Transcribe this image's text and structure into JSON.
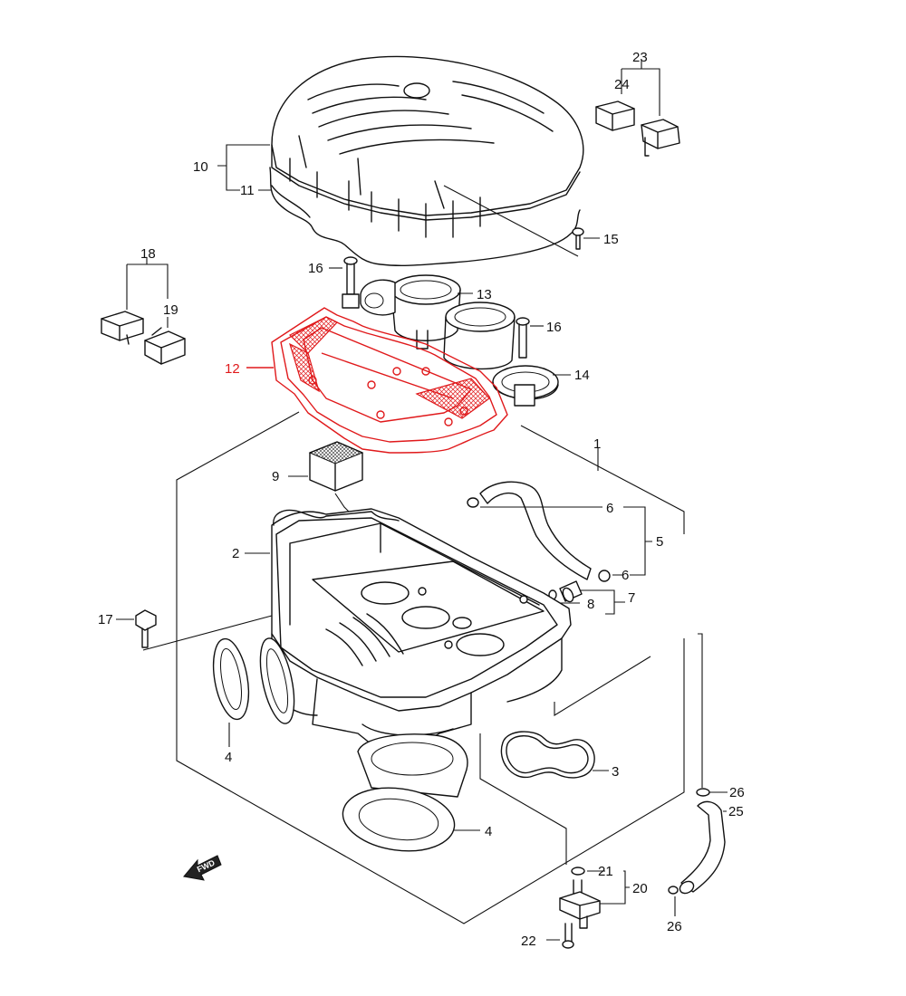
{
  "highlight_color": "#e0191b",
  "line_color": "#111111",
  "fwd_label": "FWD",
  "callouts": [
    {
      "id": "c23",
      "text": "23"
    },
    {
      "id": "c24",
      "text": "24"
    },
    {
      "id": "c10",
      "text": "10"
    },
    {
      "id": "c11",
      "text": "11"
    },
    {
      "id": "c15",
      "text": "15"
    },
    {
      "id": "c18",
      "text": "18"
    },
    {
      "id": "c19",
      "text": "19"
    },
    {
      "id": "c16a",
      "text": "16"
    },
    {
      "id": "c13",
      "text": "13"
    },
    {
      "id": "c16b",
      "text": "16"
    },
    {
      "id": "c12",
      "text": "12",
      "highlighted": true
    },
    {
      "id": "c14",
      "text": "14"
    },
    {
      "id": "c1",
      "text": "1"
    },
    {
      "id": "c9",
      "text": "9"
    },
    {
      "id": "c6a",
      "text": "6"
    },
    {
      "id": "c5",
      "text": "5"
    },
    {
      "id": "c2",
      "text": "2"
    },
    {
      "id": "c6b",
      "text": "6"
    },
    {
      "id": "c7",
      "text": "7"
    },
    {
      "id": "c8",
      "text": "8"
    },
    {
      "id": "c17",
      "text": "17"
    },
    {
      "id": "c4a",
      "text": "4"
    },
    {
      "id": "c3",
      "text": "3"
    },
    {
      "id": "c26a",
      "text": "26"
    },
    {
      "id": "c25",
      "text": "25"
    },
    {
      "id": "c4b",
      "text": "4"
    },
    {
      "id": "c21",
      "text": "21"
    },
    {
      "id": "c20",
      "text": "20"
    },
    {
      "id": "c26b",
      "text": "26"
    },
    {
      "id": "c22",
      "text": "22"
    }
  ]
}
